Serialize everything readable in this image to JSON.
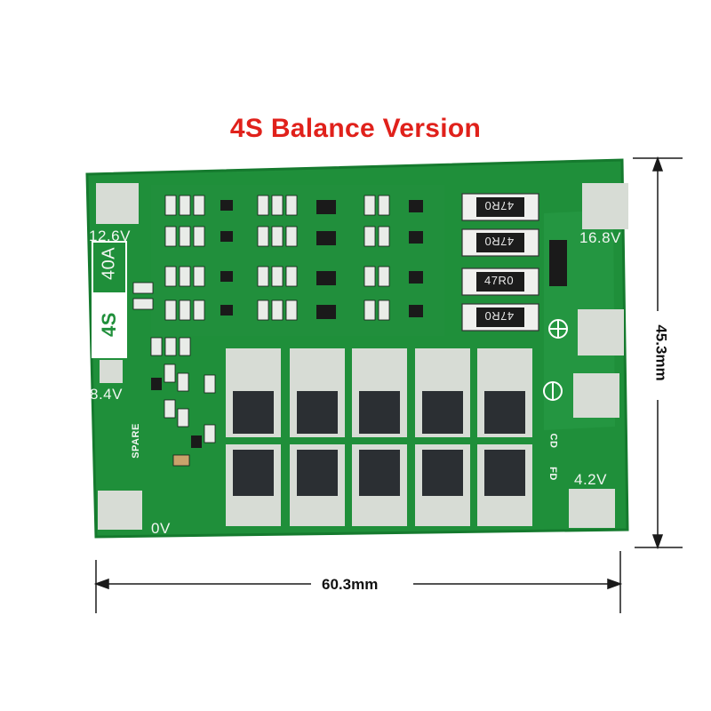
{
  "title": {
    "text": "4S Balance Version",
    "color": "#e0211b"
  },
  "board": {
    "colors": {
      "pcb": "#1f8f3a",
      "pcb_edge": "#157a2e",
      "trace": "#2fae4d",
      "pad": "#d7dcd5",
      "mosfet": "#2b2f33",
      "silk": "#ffffff"
    },
    "labels": {
      "v126": "12.6V",
      "v168": "16.8V",
      "v84": "8.4V",
      "v42": "4.2V",
      "v0": "0V",
      "model_series": "4S",
      "model_current": "40A",
      "spare": "SPARE",
      "cd": "CD",
      "fd": "FD"
    },
    "resistor_codes": [
      "47R0",
      "47R0",
      "47R0",
      "47R0"
    ]
  },
  "dimensions": {
    "width": "60.3mm",
    "height": "45.3mm"
  }
}
